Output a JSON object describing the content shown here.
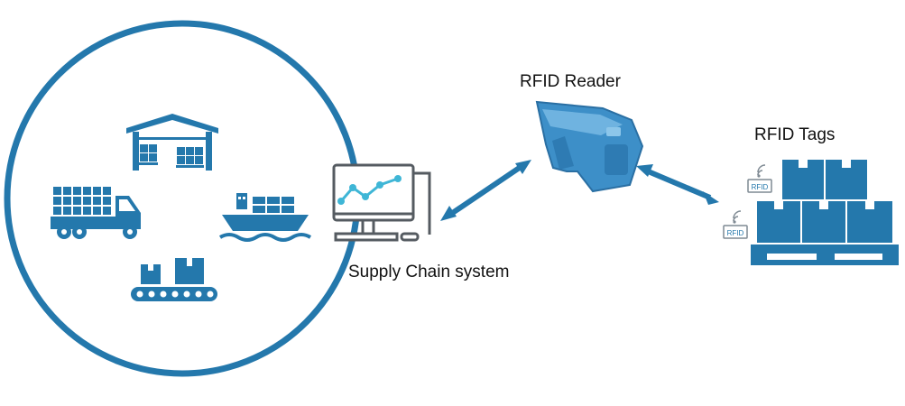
{
  "labels": {
    "reader": "RFID Reader",
    "tags": "RFID Tags",
    "system": "Supply Chain system"
  },
  "tag_badge_text": "RFID",
  "icons": [
    "warehouse-icon",
    "delivery-truck-icon",
    "cargo-ship-icon",
    "conveyor-boxes-icon",
    "computer-monitor-icon",
    "rfid-reader-device-icon",
    "rfid-tagged-pallet-icon",
    "rfid-tag-icon"
  ],
  "colors": {
    "primary": "#2478ac",
    "reader": "#3d8fc8",
    "monitor_outline": "#555b61",
    "chart_line": "#3fb6d6",
    "tag_gray": "#7f8a93"
  }
}
